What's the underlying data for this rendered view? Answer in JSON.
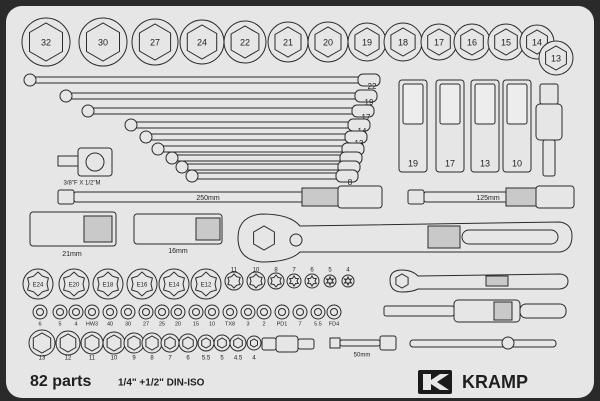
{
  "big_sockets": [
    "32",
    "30",
    "27",
    "24",
    "22",
    "21",
    "20",
    "19",
    "18",
    "17",
    "16",
    "15",
    "14",
    "13"
  ],
  "wrenches": [
    "22",
    "19",
    "17",
    "14",
    "13",
    "12",
    "11",
    "10",
    "8"
  ],
  "deep_sockets": [
    "19",
    "17",
    "13",
    "10"
  ],
  "adapter_label": "3/8\"F X 1/2\"M",
  "extension_250": "250mm",
  "extension_125": "125mm",
  "socket_21mm": "21mm",
  "socket_16mm": "16mm",
  "torx_e_large": [
    "E24",
    "E20",
    "E18",
    "E16",
    "E14",
    "E12"
  ],
  "torx_e_small": [
    "11",
    "10",
    "8",
    "7",
    "6",
    "5",
    "4"
  ],
  "bits": [
    "6",
    "5",
    "4",
    "HW3",
    "40",
    "30",
    "27",
    "25",
    "20",
    "15",
    "10",
    "TX8",
    "3",
    "2",
    "PD1",
    "7",
    "5.5",
    "FD4"
  ],
  "small_sockets": [
    "13",
    "12",
    "11",
    "10",
    "9",
    "8",
    "7",
    "6",
    "5.5",
    "5",
    "4.5",
    "4"
  ],
  "extension_50": "50mm",
  "footer": {
    "parts": "82 parts",
    "spec": "1/4\" +1/2\" DIN-ISO",
    "brand": "KRAMP"
  },
  "colors": {
    "tray": "#e6e6e6",
    "outline": "#2b2b2b",
    "frame": "#2a2a2a"
  }
}
